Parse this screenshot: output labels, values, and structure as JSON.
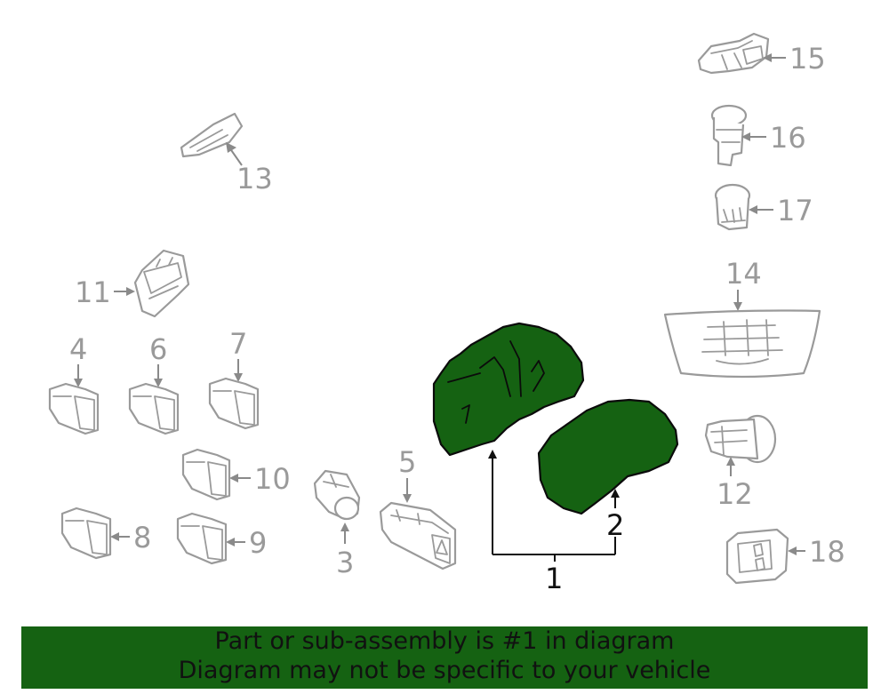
{
  "colors": {
    "highlight_fill": "#156212",
    "outline": "#9a9a9a",
    "main_callout": "#111111",
    "background": "#ffffff"
  },
  "callouts": {
    "c1": "1",
    "c2": "2",
    "c3": "3",
    "c4": "4",
    "c5": "5",
    "c6": "6",
    "c7": "7",
    "c8": "8",
    "c9": "9",
    "c10": "10",
    "c11": "11",
    "c12": "12",
    "c13": "13",
    "c14": "14",
    "c15": "15",
    "c16": "16",
    "c17": "17",
    "c18": "18"
  },
  "banner": {
    "line1": "Part or sub-assembly is #1 in diagram",
    "line2": "Diagram may not be specific to your vehicle"
  }
}
